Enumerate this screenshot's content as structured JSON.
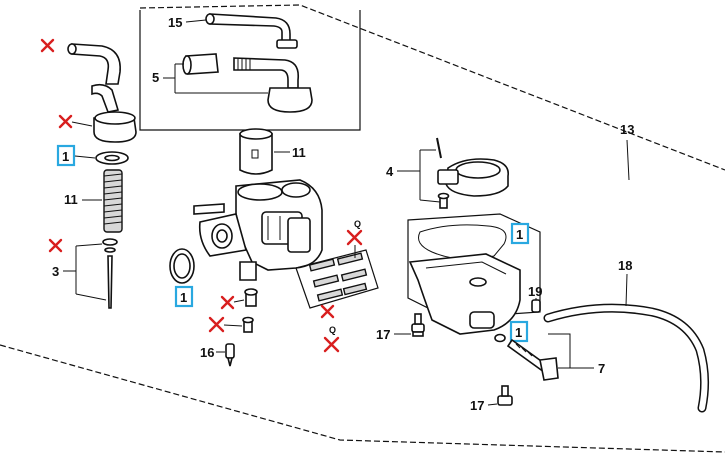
{
  "callouts": {
    "c15": "15",
    "c5": "5",
    "c11a": "11",
    "c11b": "11",
    "c13": "13",
    "c4": "4",
    "c3": "3",
    "c18": "18",
    "c19": "19",
    "c17a": "17",
    "c17b": "17",
    "c16": "16",
    "c7": "7",
    "q1": "Q",
    "q2": "Q"
  },
  "quantity_boxes": {
    "b1": "1",
    "b2": "1",
    "b3": "1",
    "b4": "1"
  },
  "colors": {
    "line": "#111111",
    "not_available_mark": "#d81e1e",
    "quantity_box": "#29a8e0"
  }
}
